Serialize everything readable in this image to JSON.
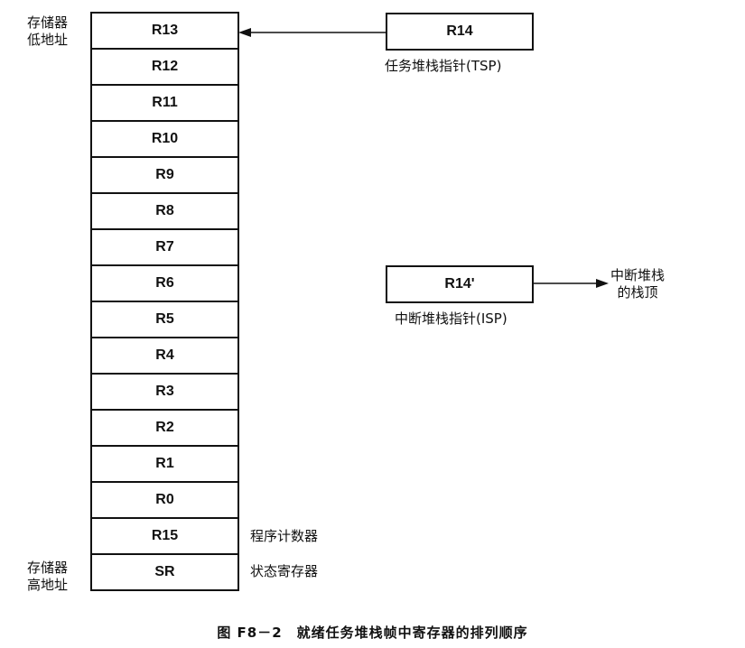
{
  "labels": {
    "memory_low": [
      "存储器",
      "低地址"
    ],
    "memory_high": [
      "存储器",
      "高地址"
    ],
    "pc_label": "程序计数器",
    "sr_label": "状态寄存器"
  },
  "stack_registers": [
    "R13",
    "R12",
    "R11",
    "R10",
    "R9",
    "R8",
    "R7",
    "R6",
    "R5",
    "R4",
    "R3",
    "R2",
    "R1",
    "R0",
    "R15",
    "SR"
  ],
  "tsp": {
    "box": "R14",
    "caption": "任务堆栈指针(TSP)"
  },
  "isp": {
    "box": "R14'",
    "caption": "中断堆栈指针(ISP)",
    "target": [
      "中断堆栈",
      "的栈顶"
    ]
  },
  "figure_caption": "图 F8－2　就绪任务堆栈帧中寄存器的排列顺序"
}
